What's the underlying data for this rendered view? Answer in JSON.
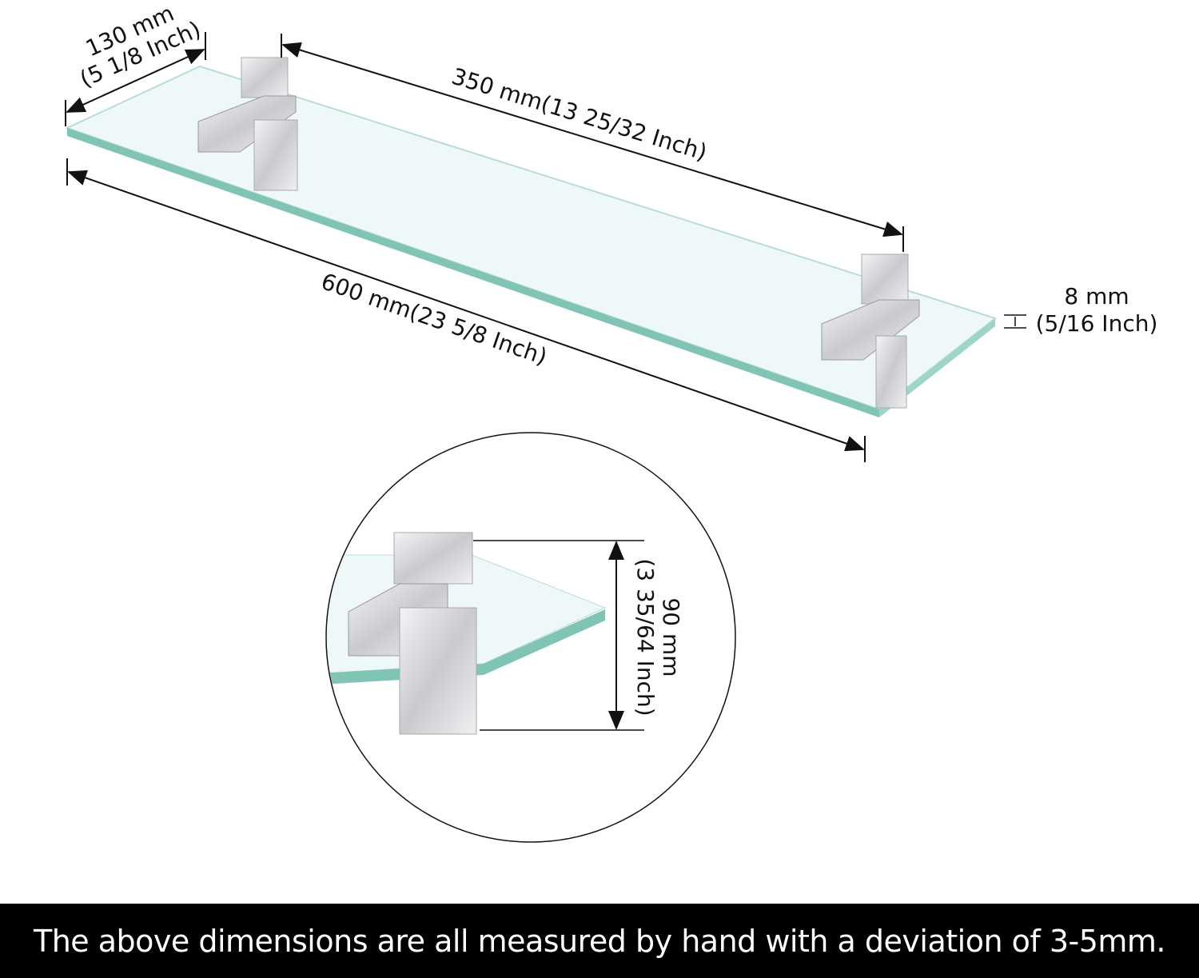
{
  "dimensions": {
    "depth": {
      "metric": "130 mm",
      "imperial": "(5 1/8 Inch)"
    },
    "bracket_spacing": {
      "label": "350 mm(13 25/32 Inch)"
    },
    "length": {
      "label": "600 mm(23 5/8 Inch)"
    },
    "thickness": {
      "metric": "8 mm",
      "imperial": "(5/16 Inch)"
    },
    "bracket_height": {
      "metric": "90 mm",
      "imperial": "(3 35/64 Inch)"
    }
  },
  "footer": {
    "note": "The above dimensions are all measured by hand with a deviation of 3-5mm."
  },
  "colors": {
    "glass_edge": "#7fc4b4",
    "glass_face": "#eaf6f6",
    "chrome": "#d8d8dc",
    "footer_bg": "#000000"
  }
}
